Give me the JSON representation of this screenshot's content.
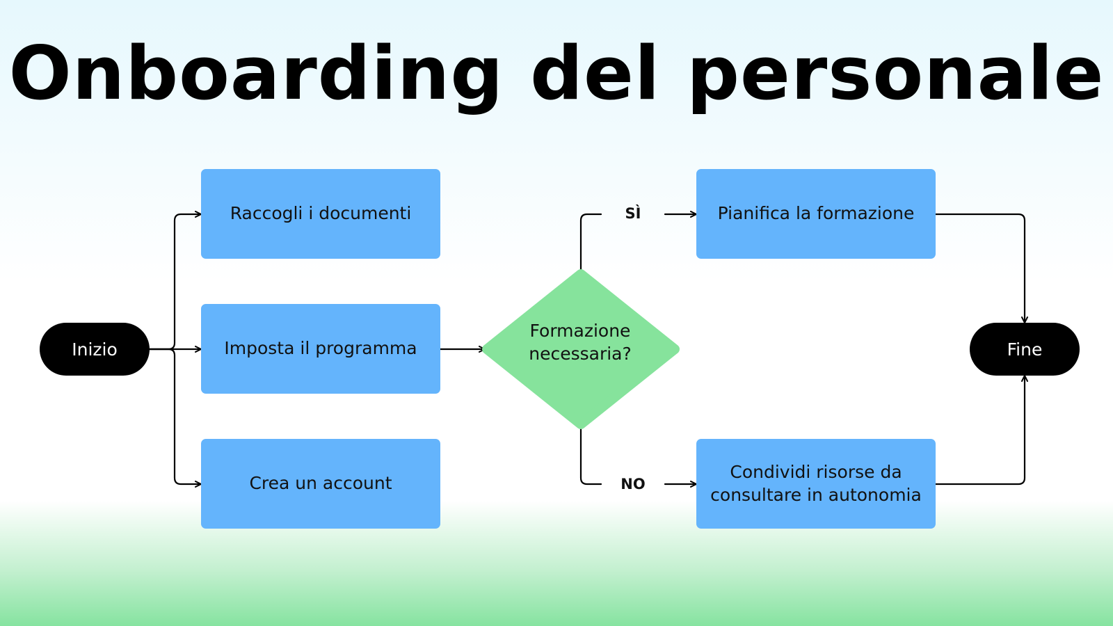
{
  "title": "Onboarding del personale",
  "colors": {
    "box_fill": "#64b4fc",
    "decision_fill": "#86e39c",
    "terminal_fill": "#000000",
    "line": "#000000"
  },
  "nodes": {
    "start": "Inizio",
    "end": "Fine",
    "collect_documents": "Raccogli i documenti",
    "setup_schedule": "Imposta il programma",
    "create_account": "Crea un account",
    "decision": "Formazione necessaria?",
    "plan_training": "Pianifica la formazione",
    "share_resources": "Condividi risorse da consultare in autonomia"
  },
  "branches": {
    "yes": "SÌ",
    "no": "NO"
  }
}
